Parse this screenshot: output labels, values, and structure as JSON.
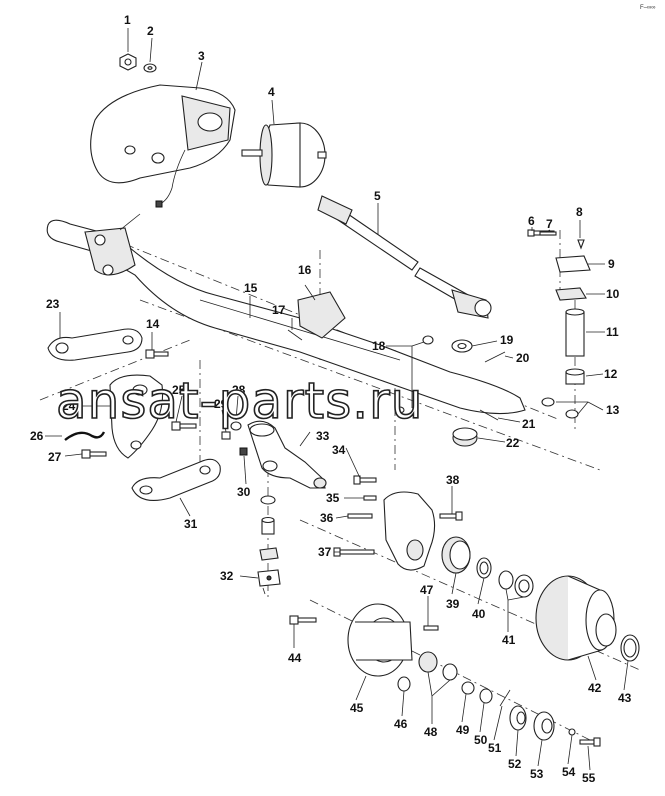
{
  "diagram": {
    "watermark": "ansat-parts.ru",
    "corner_mark": "F–∞∞",
    "callouts": [
      "1",
      "2",
      "3",
      "4",
      "5",
      "6",
      "7",
      "8",
      "9",
      "10",
      "11",
      "12",
      "13",
      "14",
      "15",
      "16",
      "17",
      "18",
      "19",
      "20",
      "21",
      "22",
      "23",
      "24",
      "25",
      "26",
      "27",
      "28",
      "29",
      "30",
      "31",
      "32",
      "33",
      "34",
      "35",
      "36",
      "37",
      "38",
      "39",
      "40",
      "41",
      "42",
      "43",
      "44",
      "45",
      "46",
      "47",
      "48",
      "49",
      "50",
      "51",
      "52",
      "53",
      "54",
      "55"
    ]
  }
}
